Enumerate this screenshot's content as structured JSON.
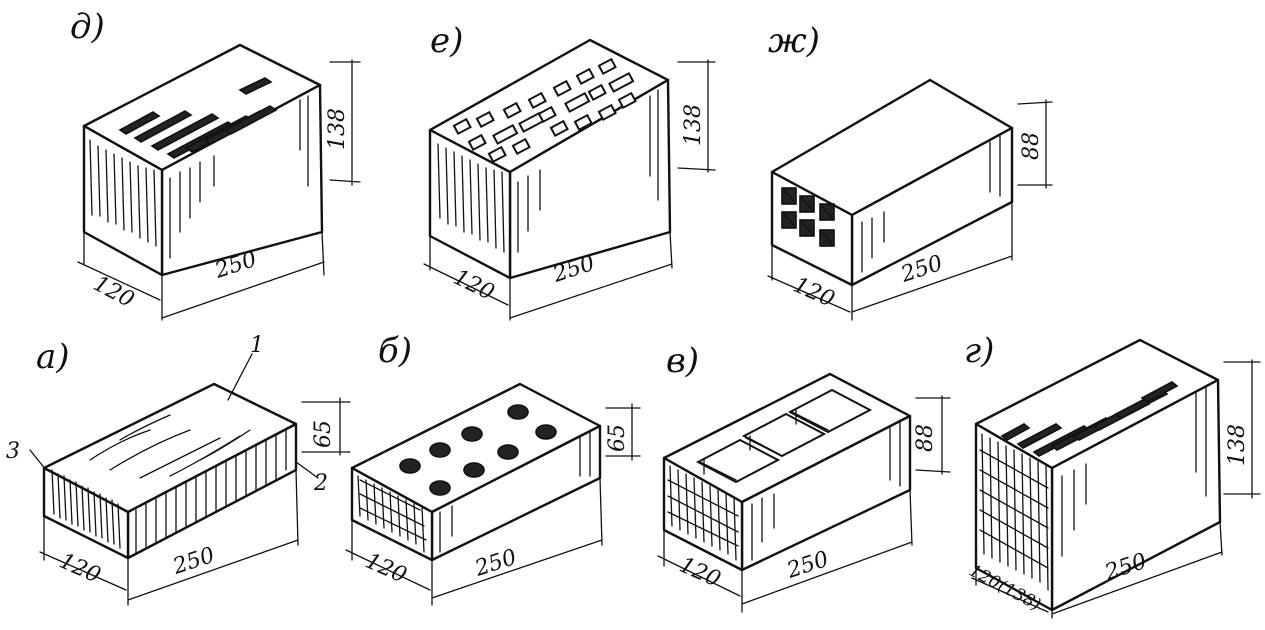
{
  "figure": {
    "panels": [
      {
        "id": "d",
        "label": "д)",
        "dims": {
          "length": "250",
          "width": "120",
          "height": "138"
        }
      },
      {
        "id": "e",
        "label": "е)",
        "dims": {
          "length": "250",
          "width": "120",
          "height": "138"
        }
      },
      {
        "id": "zh",
        "label": "ж)",
        "dims": {
          "length": "250",
          "width": "120",
          "height": "88"
        }
      },
      {
        "id": "a",
        "label": "а)",
        "dims": {
          "length": "250",
          "width": "120",
          "height": "65"
        },
        "callouts": {
          "c1": "1",
          "c2": "2",
          "c3": "3"
        }
      },
      {
        "id": "b",
        "label": "б)",
        "dims": {
          "length": "250",
          "width": "120",
          "height": "65"
        }
      },
      {
        "id": "v",
        "label": "в)",
        "dims": {
          "length": "250",
          "width": "120",
          "height": "88"
        }
      },
      {
        "id": "g",
        "label": "г)",
        "dims": {
          "length": "250",
          "width": "120(138)",
          "height": "138"
        }
      }
    ]
  }
}
